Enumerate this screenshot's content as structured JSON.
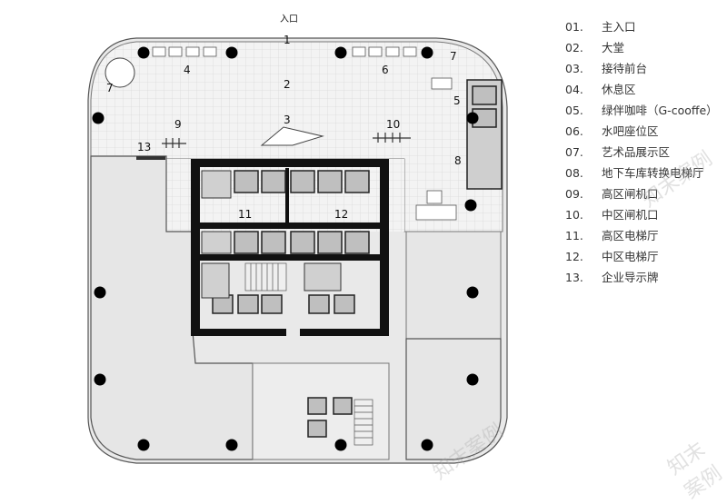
{
  "entrance_label": "入口",
  "plan_labels": [
    {
      "id": "1",
      "text": "1"
    },
    {
      "id": "2",
      "text": "2"
    },
    {
      "id": "3",
      "text": "3"
    },
    {
      "id": "4",
      "text": "4"
    },
    {
      "id": "5",
      "text": "5"
    },
    {
      "id": "6",
      "text": "6"
    },
    {
      "id": "7a",
      "text": "7"
    },
    {
      "id": "7b",
      "text": "7"
    },
    {
      "id": "8",
      "text": "8"
    },
    {
      "id": "9",
      "text": "9"
    },
    {
      "id": "10",
      "text": "10"
    },
    {
      "id": "11",
      "text": "11"
    },
    {
      "id": "12",
      "text": "12"
    },
    {
      "id": "13",
      "text": "13"
    }
  ],
  "legend": [
    {
      "num": "01.",
      "label": "主入口"
    },
    {
      "num": "02.",
      "label": "大堂"
    },
    {
      "num": "03.",
      "label": "接待前台"
    },
    {
      "num": "04.",
      "label": "休息区"
    },
    {
      "num": "05.",
      "label": "绿伴咖啡（G-cooffe）"
    },
    {
      "num": "06.",
      "label": "水吧座位区"
    },
    {
      "num": "07.",
      "label": "艺术品展示区"
    },
    {
      "num": "08.",
      "label": "地下车库转换电梯厅"
    },
    {
      "num": "09.",
      "label": "高区闸机口"
    },
    {
      "num": "10.",
      "label": "中区闸机口"
    },
    {
      "num": "11.",
      "label": "高区电梯厅"
    },
    {
      "num": "12.",
      "label": "中区电梯厅"
    },
    {
      "num": "13.",
      "label": "企业导示牌"
    }
  ],
  "watermark": "知末案例",
  "colors": {
    "wall": "#111111",
    "lobby": "#f2f2f2",
    "office": "#e8e8e8",
    "line": "#666666"
  }
}
